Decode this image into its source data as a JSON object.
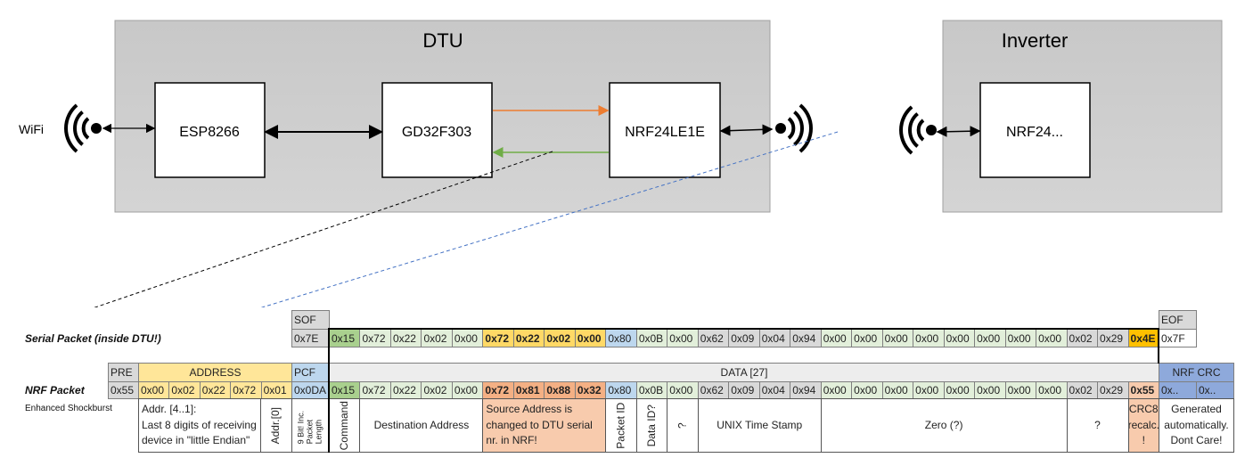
{
  "colors": {
    "green_dark": "#a9d08e",
    "green_light": "#e2efda",
    "yellow": "#ffd966",
    "blue": "#bdd7ee",
    "gray": "#d9d9d9",
    "amber": "#ffc000",
    "orange": "#f4b084",
    "orange_light": "#f8cbad",
    "address_yellow": "#ffe699",
    "crc_blue": "#8ea9db",
    "data_header": "#ededed",
    "arrow_orange": "#ed7d31",
    "arrow_green": "#70ad47",
    "dash_blue": "#4472c4"
  },
  "diagram": {
    "wifi_label": "WiFi",
    "dtu": {
      "title": "DTU",
      "blocks": [
        "ESP8266",
        "GD32F303",
        "NRF24LE1E"
      ]
    },
    "inverter": {
      "title": "Inverter",
      "blocks": [
        "NRF24..."
      ]
    }
  },
  "serial": {
    "label": "Serial Packet (inside DTU!)",
    "sof_header": "SOF",
    "sof_value": "0x7E",
    "eof_header": "EOF",
    "eof_value": "0x7F",
    "bytes": [
      "0x15",
      "0x72",
      "0x22",
      "0x02",
      "0x00",
      "0x72",
      "0x22",
      "0x02",
      "0x00",
      "0x80",
      "0x0B",
      "0x00",
      "0x62",
      "0x09",
      "0x04",
      "0x94",
      "0x00",
      "0x00",
      "0x00",
      "0x00",
      "0x00",
      "0x00",
      "0x00",
      "0x00",
      "0x02",
      "0x29",
      "0x4E"
    ],
    "byte_colors": [
      "green_dark",
      "green_light",
      "green_light",
      "green_light",
      "green_light",
      "yellow",
      "yellow",
      "yellow",
      "yellow",
      "blue",
      "green_light",
      "green_light",
      "gray",
      "gray",
      "gray",
      "gray",
      "green_light",
      "green_light",
      "green_light",
      "green_light",
      "green_light",
      "green_light",
      "green_light",
      "green_light",
      "gray",
      "gray",
      "amber"
    ],
    "bold_bytes": [
      5,
      6,
      7,
      8,
      26
    ]
  },
  "nrf": {
    "label": "NRF Packet",
    "sublabel": "Enhanced Shockburst",
    "pre_header": "PRE",
    "pre_value": "0x55",
    "address_header": "ADDRESS",
    "address_values": [
      "0x00",
      "0x02",
      "0x22",
      "0x72",
      "0x01"
    ],
    "pcf_header": "PCF",
    "pcf_value": "0x0DA",
    "data_header": "DATA [27]",
    "crc_header": "NRF CRC",
    "crc_values": [
      "0x..",
      "0x.."
    ],
    "bytes": [
      "0x15",
      "0x72",
      "0x22",
      "0x02",
      "0x00",
      "0x72",
      "0x81",
      "0x88",
      "0x32",
      "0x80",
      "0x0B",
      "0x00",
      "0x62",
      "0x09",
      "0x04",
      "0x94",
      "0x00",
      "0x00",
      "0x00",
      "0x00",
      "0x00",
      "0x00",
      "0x00",
      "0x00",
      "0x02",
      "0x29",
      "0x55"
    ],
    "byte_colors": [
      "green_dark",
      "green_light",
      "green_light",
      "green_light",
      "green_light",
      "orange",
      "orange",
      "orange",
      "orange",
      "blue",
      "green_light",
      "green_light",
      "gray",
      "gray",
      "gray",
      "gray",
      "green_light",
      "green_light",
      "green_light",
      "green_light",
      "green_light",
      "green_light",
      "green_light",
      "green_light",
      "gray",
      "gray",
      "orange_light"
    ],
    "bold_bytes": [
      5,
      6,
      7,
      8,
      26
    ],
    "descriptions": {
      "address": [
        "Addr. [4..1]:",
        "Last 8 digits of receiving",
        "device in \"little Endian\""
      ],
      "address0": "Addr.[0]",
      "pcf": "9 Bit! Inc. Packet Length",
      "command": "Command",
      "destination": "Destination Address",
      "source": [
        "Source Address is",
        "changed to DTU serial",
        "nr. in NRF!"
      ],
      "packet_id": "Packet ID",
      "data_id": "Data ID?",
      "unknown1": "?",
      "timestamp": "UNIX Time Stamp",
      "zero": "Zero (?)",
      "unknown2": "?",
      "crc8": [
        "CRC8",
        "recalc.",
        "!"
      ],
      "crc_note": [
        "Generated",
        "automatically.",
        "Dont Care!"
      ]
    }
  }
}
